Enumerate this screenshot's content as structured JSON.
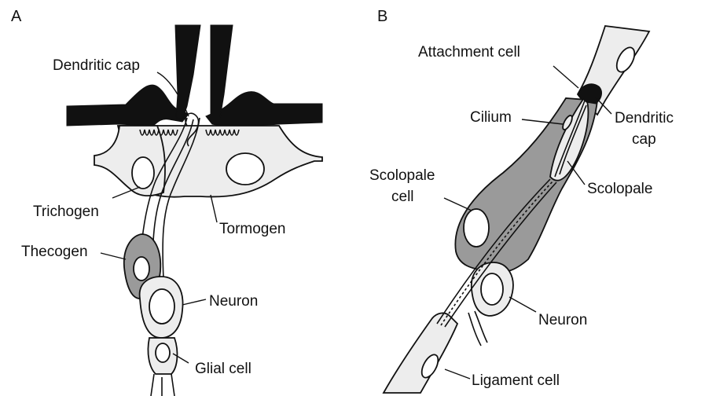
{
  "panels": {
    "a": {
      "letter": "A",
      "labels": {
        "dendritic_cap": "Dendritic cap",
        "trichogen": "Trichogen",
        "tormogen": "Tormogen",
        "thecogen": "Thecogen",
        "neuron": "Neuron",
        "glial_cell": "Glial cell"
      }
    },
    "b": {
      "letter": "B",
      "labels": {
        "attachment_cell": "Attachment cell",
        "cilium": "Cilium",
        "dendritic_cap_line1": "Dendritic",
        "dendritic_cap_line2": "cap",
        "scolopale_cell_line1": "Scolopale",
        "scolopale_cell_line2": "cell",
        "scolopale": "Scolopale",
        "neuron": "Neuron",
        "ligament_cell": "Ligament cell"
      }
    }
  },
  "colors": {
    "ink": "#111111",
    "light_cell": "#ededed",
    "dark_cell": "#9a9a9a",
    "background": "#ffffff"
  }
}
